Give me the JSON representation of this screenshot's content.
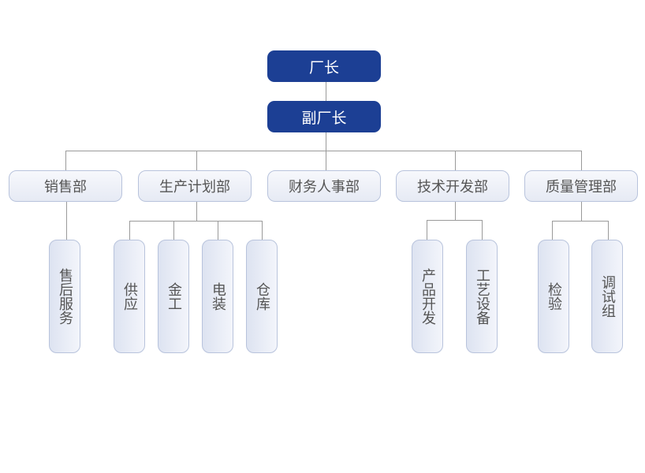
{
  "chart": {
    "root": {
      "label": "厂长"
    },
    "deputy": {
      "label": "副厂长"
    },
    "departments": [
      {
        "label": "销售部",
        "children": [
          {
            "label": "售后服务"
          }
        ]
      },
      {
        "label": "生产计划部",
        "children": [
          {
            "label": "供应"
          },
          {
            "label": "金工"
          },
          {
            "label": "电装"
          },
          {
            "label": "仓库"
          }
        ]
      },
      {
        "label": "财务人事部",
        "children": []
      },
      {
        "label": "技术开发部",
        "children": [
          {
            "label": "产品开发"
          },
          {
            "label": "工艺设备"
          }
        ]
      },
      {
        "label": "质量管理部",
        "children": [
          {
            "label": "检验"
          },
          {
            "label": "调试组"
          }
        ]
      }
    ]
  },
  "colors": {
    "top_fill": "#1c3f94",
    "box_border": "#b8c3dc",
    "line": "#9a9a9a",
    "text": "#555555"
  }
}
